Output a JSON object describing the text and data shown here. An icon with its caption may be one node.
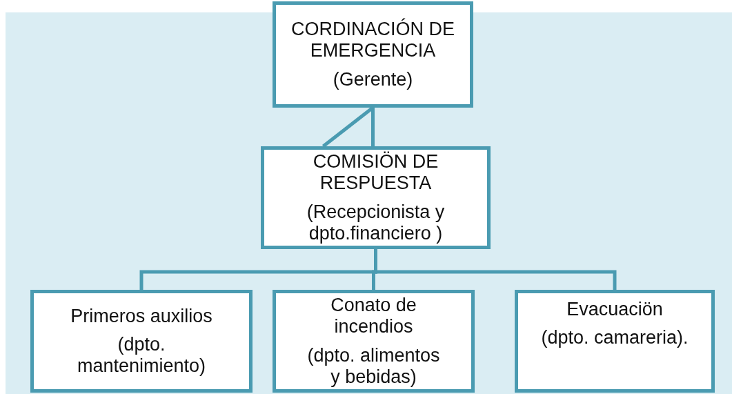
{
  "diagram": {
    "nodes": [
      {
        "text": [
          "CORDINACIÓN DE EMERGENCIA",
          "(Gerente)"
        ]
      },
      {
        "text": [
          "COMISIÖN DE RESPUESTA",
          "(Recepcionista y dpto.financiero )"
        ]
      },
      {
        "text": [
          "Primeros auxilios",
          "(dpto. mantenimiento)"
        ]
      },
      {
        "text": [
          "Conato de incendios",
          "(dpto. alimentos y bebidas)"
        ]
      },
      {
        "text": [
          "Evacuaciön",
          "(dpto. camareria)."
        ]
      }
    ],
    "edges": [
      {
        "from": 0,
        "to": 1,
        "arrow": "none"
      },
      {
        "from": 0,
        "to": 1,
        "arrow": "none"
      },
      {
        "from": 1,
        "to": 2,
        "arrow": "none"
      },
      {
        "from": 1,
        "to": 3,
        "arrow": "none"
      },
      {
        "from": 1,
        "to": 4,
        "arrow": "none"
      }
    ]
  }
}
